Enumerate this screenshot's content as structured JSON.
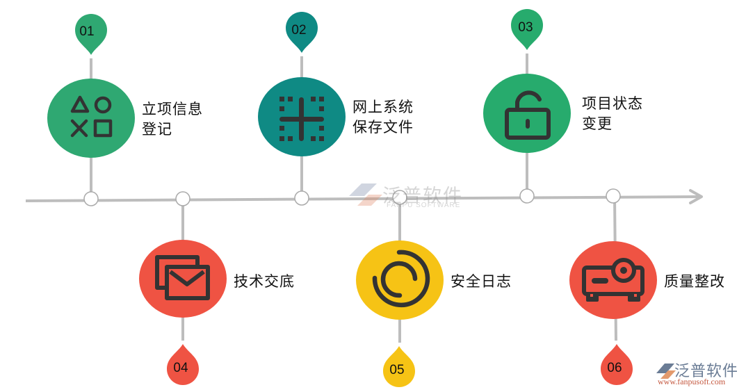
{
  "colors": {
    "green": "#2fa872",
    "teal": "#0f8a84",
    "green3": "#27ab6d",
    "red": "#ef5343",
    "yellow": "#f6c315",
    "line": "#bdbdbd",
    "icon": "#333333"
  },
  "timeline": {
    "steps": [
      {
        "number": "01",
        "label_line1": "立项信息",
        "label_line2": "登记",
        "icon": "playstation-shapes-icon",
        "color": "#2fa872",
        "position": "top"
      },
      {
        "number": "02",
        "label_line1": "网上系统",
        "label_line2": "保存文件",
        "icon": "grid-layout-icon",
        "color": "#0f8a84",
        "position": "top"
      },
      {
        "number": "03",
        "label_line1": "项目状态",
        "label_line2": "变更",
        "icon": "unlock-icon",
        "color": "#27ab6d",
        "position": "top"
      },
      {
        "number": "04",
        "label_line1": "技术交底",
        "icon": "mail-stack-icon",
        "color": "#ef5343",
        "position": "bottom"
      },
      {
        "number": "05",
        "label_line1": "安全日志",
        "icon": "loading-spinner-icon",
        "color": "#f6c315",
        "position": "bottom"
      },
      {
        "number": "06",
        "label_line1": "质量整改",
        "icon": "projector-icon",
        "color": "#ef5343",
        "position": "bottom"
      }
    ]
  },
  "watermark": {
    "center_cn": "泛普软件",
    "center_en": "FANPU SOFTWARE",
    "corner_cn": "泛普软件",
    "corner_url": "www.fanpusoft.com"
  }
}
